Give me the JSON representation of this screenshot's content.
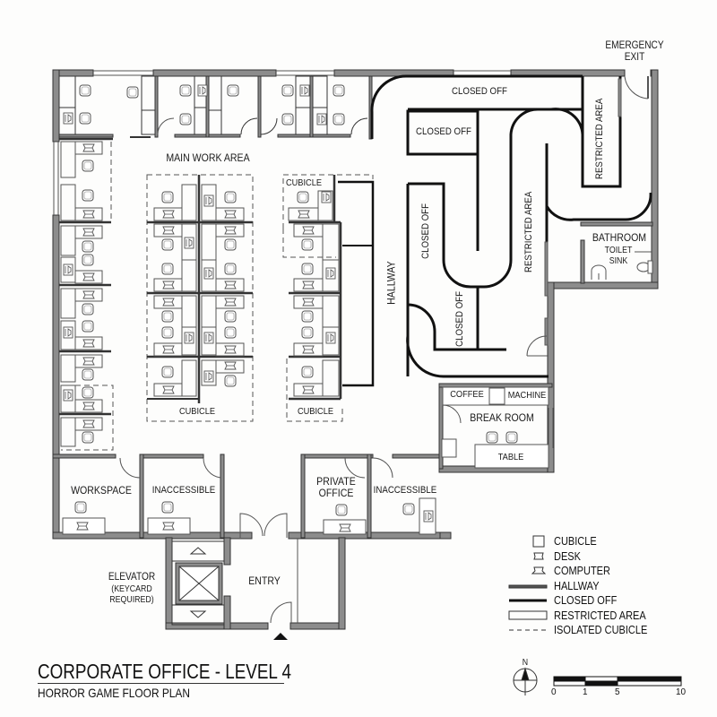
{
  "title": {
    "main": "CORPORATE OFFICE - LEVEL 4",
    "subtitle": "HORROR GAME FLOOR PLAN"
  },
  "rooms": {
    "main_work_area": "MAIN WORK AREA",
    "cubicle_top_right": "CUBICLE",
    "cubicle_bottom_left": "CUBICLE",
    "cubicle_bottom_right": "CUBICLE",
    "hallway": "HALLWAY",
    "closed_off_top": "CLOSED OFF",
    "closed_off_box": "CLOSED OFF",
    "closed_off_vertical": "CLOSED OFF",
    "closed_off_lower": "CLOSED OFF",
    "restricted_area_center": "RESTRICTED AREA",
    "restricted_area_right": "RESTRICTED AREA",
    "emergency_exit_line1": "EMERGENCY",
    "emergency_exit_line2": "EXIT",
    "bathroom": "BATHROOM",
    "toilet": "TOILET",
    "sink": "SINK",
    "coffee": "COFFEE",
    "machine": "MACHINE",
    "break_room": "BREAK ROOM",
    "table": "TABLE",
    "workspace": "WORKSPACE",
    "inaccessible_left": "INACCESSIBLE",
    "private_office_line1": "PRIVATE",
    "private_office_line2": "OFFICE",
    "inaccessible_right": "INACCESSIBLE",
    "entry": "ENTRY",
    "elevator_line1": "ELEVATOR",
    "elevator_line2": "(KEYCARD",
    "elevator_line3": "REQUIRED)"
  },
  "legend": {
    "items": [
      {
        "symbol": "cubicle-square",
        "label": "CUBICLE"
      },
      {
        "symbol": "desk",
        "label": "DESK"
      },
      {
        "symbol": "computer",
        "label": "COMPUTER"
      },
      {
        "symbol": "double-line",
        "label": "HALLWAY"
      },
      {
        "symbol": "thick-line",
        "label": "CLOSED OFF"
      },
      {
        "symbol": "rectangle",
        "label": "RESTRICTED AREA"
      },
      {
        "symbol": "dashed-line",
        "label": "ISOLATED CUBICLE"
      }
    ]
  },
  "compass": {
    "label": "N"
  },
  "scale_bar": {
    "ticks": [
      "0",
      "1",
      "5",
      "10"
    ]
  },
  "colors": {
    "wall": "#8c8c8c",
    "wall_outline": "#333333",
    "closed_off": "#111111",
    "background": "#fdfdfc"
  }
}
